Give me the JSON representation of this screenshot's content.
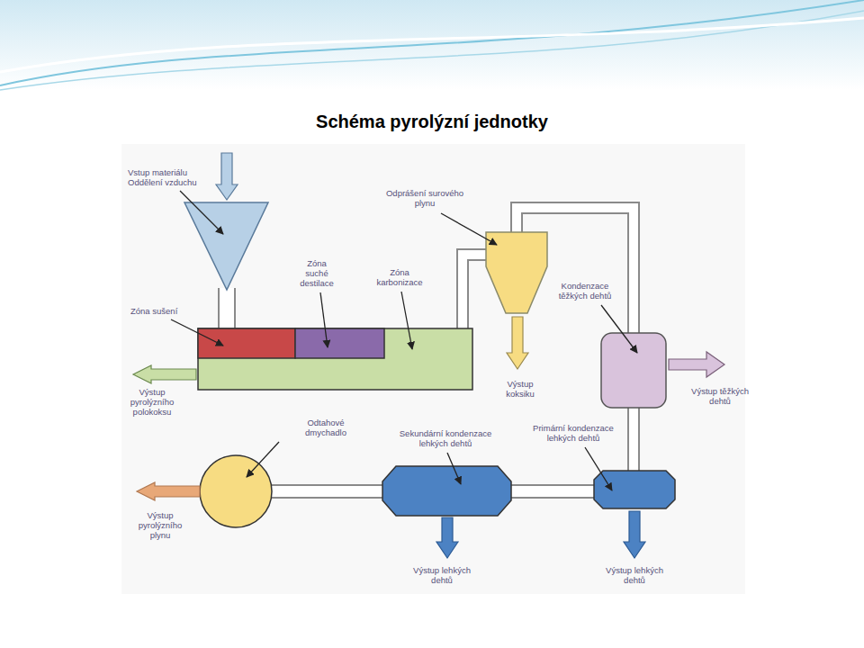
{
  "diagram": {
    "title": "Schéma pyrolýzní jednotky",
    "labels": [
      "Vstup materiálu Oddělení vzduchu",
      "Odprášení surového plynu",
      "Zóna suché destilace",
      "Zóna karbonizace",
      "Zóna sušení",
      "Kondenzace těžkých dehtů",
      "Výstup pyrolýzního polokoksu",
      "Výstup koksiku",
      "Výstup těžkých dehtů",
      "Odtahové dmychadlo",
      "Sekundární kondenzace lehkých dehtů",
      "Primární kondenzace lehkých dehtů",
      "Výstup pyrolýzního plynu",
      "Výstup lehkých dehtů",
      "Výstup lehkých dehtů"
    ]
  }
}
